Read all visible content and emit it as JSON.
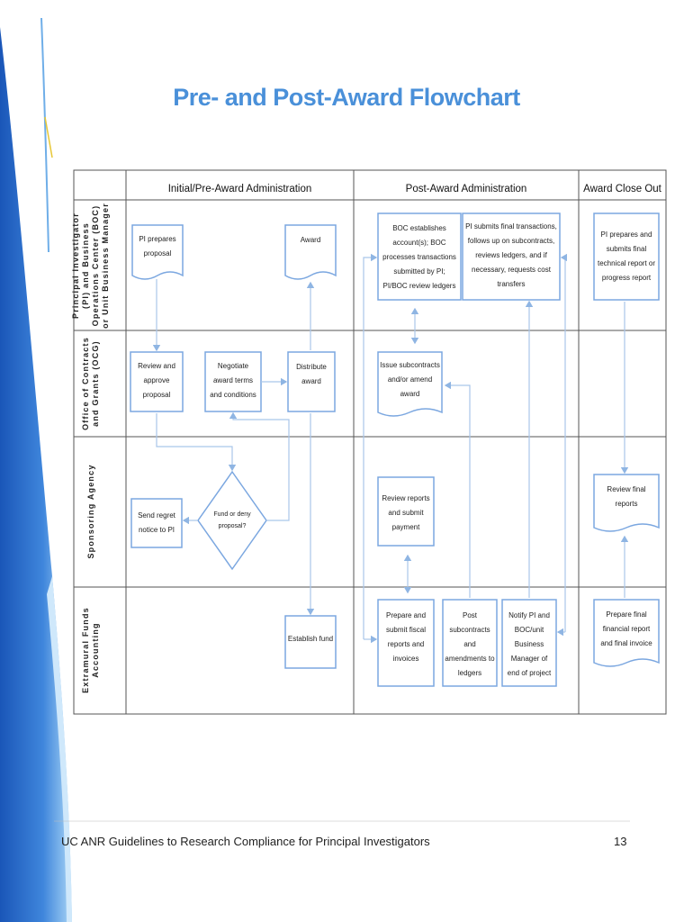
{
  "title": "Pre- and Post-Award Flowchart",
  "columns": [
    "Initial/Pre-Award Administration",
    "Post-Award Administration",
    "Award Close Out"
  ],
  "lanes": [
    "Principal Investigator (PI) and Business Operations Center (BOC) or Unit Business Manager",
    "Office of Contracts and Grants (OCG)",
    "Sponsoring Agency",
    "Extramural Funds Accounting"
  ],
  "nodes": {
    "pi_prepares_proposal": "PI prepares proposal",
    "award": "Award",
    "boc_establishes": "BOC establishes account(s); BOC processes transactions submitted by PI; PI/BOC review ledgers",
    "pi_submits_final": "PI submits final transactions, follows up on subcontracts, reviews ledgers, and if necessary, requests cost transfers",
    "pi_prepares_final_report": "PI prepares and submits final technical report or progress report",
    "review_approve": "Review and approve proposal",
    "negotiate_terms": "Negotiate award terms and conditions",
    "distribute_award": "Distribute award",
    "issue_subcontracts": "Issue subcontracts and/or amend award",
    "send_regret": "Send regret notice to PI",
    "fund_or_deny": "Fund or deny proposal?",
    "review_reports_payment": "Review reports and submit payment",
    "review_final_reports": "Review final reports",
    "establish_fund": "Establish fund",
    "prepare_fiscal_reports": "Prepare and submit fiscal reports and invoices",
    "post_subcontracts": "Post subcontracts and amendments to ledgers",
    "notify_pi": "Notify PI and BOC/unit Business Manager of end of project",
    "prepare_final_financial": "Prepare final financial report and final invoice"
  },
  "footer": {
    "text": "UC ANR Guidelines to Research Compliance for Principal Investigators",
    "page_number": "13"
  },
  "colors": {
    "title": "#4a90d9",
    "node_border": "#7ba7e0",
    "connector": "#a9c6ea",
    "grid": "#555555",
    "side_band_dark": "#1f5fbf",
    "side_band_light": "#8fc4f0",
    "side_band_accent": "#f0d040"
  }
}
